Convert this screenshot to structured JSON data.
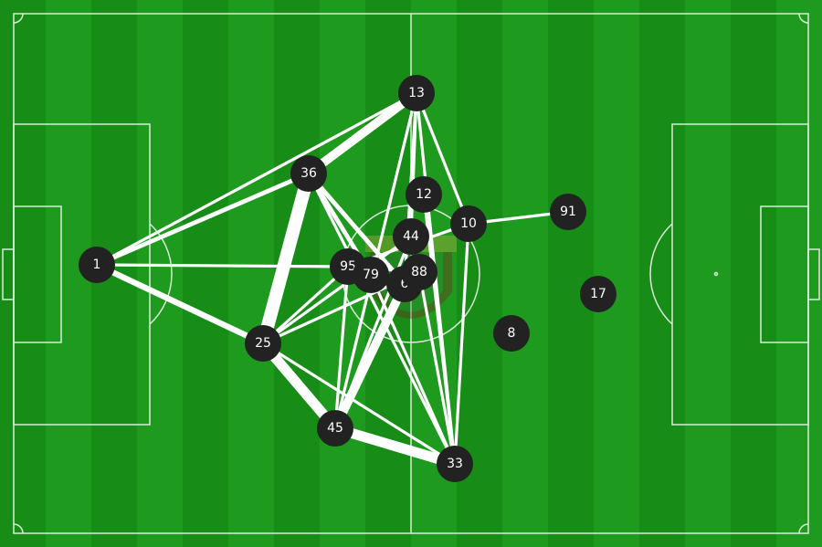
{
  "pitch": {
    "stripe_colors": [
      "#178c17",
      "#1e9a1e"
    ],
    "line_color": "#d8ecd8"
  },
  "node_color": "#222222",
  "edge_color": "#ffffff",
  "players": [
    {
      "id": "1",
      "number": "1"
    },
    {
      "id": "36",
      "number": "36"
    },
    {
      "id": "13",
      "number": "13"
    },
    {
      "id": "12",
      "number": "12"
    },
    {
      "id": "10",
      "number": "10"
    },
    {
      "id": "91",
      "number": "91"
    },
    {
      "id": "44",
      "number": "44"
    },
    {
      "id": "95",
      "number": "95"
    },
    {
      "id": "79",
      "number": "79"
    },
    {
      "id": "6",
      "number": "6"
    },
    {
      "id": "88",
      "number": "88"
    },
    {
      "id": "17",
      "number": "17"
    },
    {
      "id": "8",
      "number": "8"
    },
    {
      "id": "25",
      "number": "25"
    },
    {
      "id": "45",
      "number": "45"
    },
    {
      "id": "33",
      "number": "33"
    }
  ],
  "passes": [
    {
      "from": "1",
      "to": "13",
      "count": 2
    },
    {
      "from": "1",
      "to": "36",
      "count": 3
    },
    {
      "from": "1",
      "to": "95",
      "count": 2
    },
    {
      "from": "1",
      "to": "25",
      "count": 4
    },
    {
      "from": "36",
      "to": "13",
      "count": 6
    },
    {
      "from": "36",
      "to": "25",
      "count": 9
    },
    {
      "from": "36",
      "to": "79",
      "count": 3
    },
    {
      "from": "36",
      "to": "6",
      "count": 3
    },
    {
      "from": "36",
      "to": "33",
      "count": 2
    },
    {
      "from": "13",
      "to": "45",
      "count": 2
    },
    {
      "from": "13",
      "to": "10",
      "count": 2
    },
    {
      "from": "13",
      "to": "44",
      "count": 2
    },
    {
      "from": "13",
      "to": "33",
      "count": 2
    },
    {
      "from": "10",
      "to": "91",
      "count": 2
    },
    {
      "from": "10",
      "to": "95",
      "count": 2
    },
    {
      "from": "10",
      "to": "33",
      "count": 2
    },
    {
      "from": "44",
      "to": "25",
      "count": 2
    },
    {
      "from": "44",
      "to": "45",
      "count": 2
    },
    {
      "from": "25",
      "to": "95",
      "count": 2
    },
    {
      "from": "25",
      "to": "88",
      "count": 2
    },
    {
      "from": "25",
      "to": "45",
      "count": 7
    },
    {
      "from": "25",
      "to": "33",
      "count": 2
    },
    {
      "from": "45",
      "to": "95",
      "count": 2
    },
    {
      "from": "45",
      "to": "6",
      "count": 6
    },
    {
      "from": "45",
      "to": "33",
      "count": 7
    },
    {
      "from": "33",
      "to": "79",
      "count": 2
    },
    {
      "from": "33",
      "to": "88",
      "count": 2
    },
    {
      "from": "33",
      "to": "12",
      "count": 2
    },
    {
      "from": "6",
      "to": "13",
      "count": 2
    },
    {
      "from": "95",
      "to": "88",
      "count": 2
    }
  ]
}
